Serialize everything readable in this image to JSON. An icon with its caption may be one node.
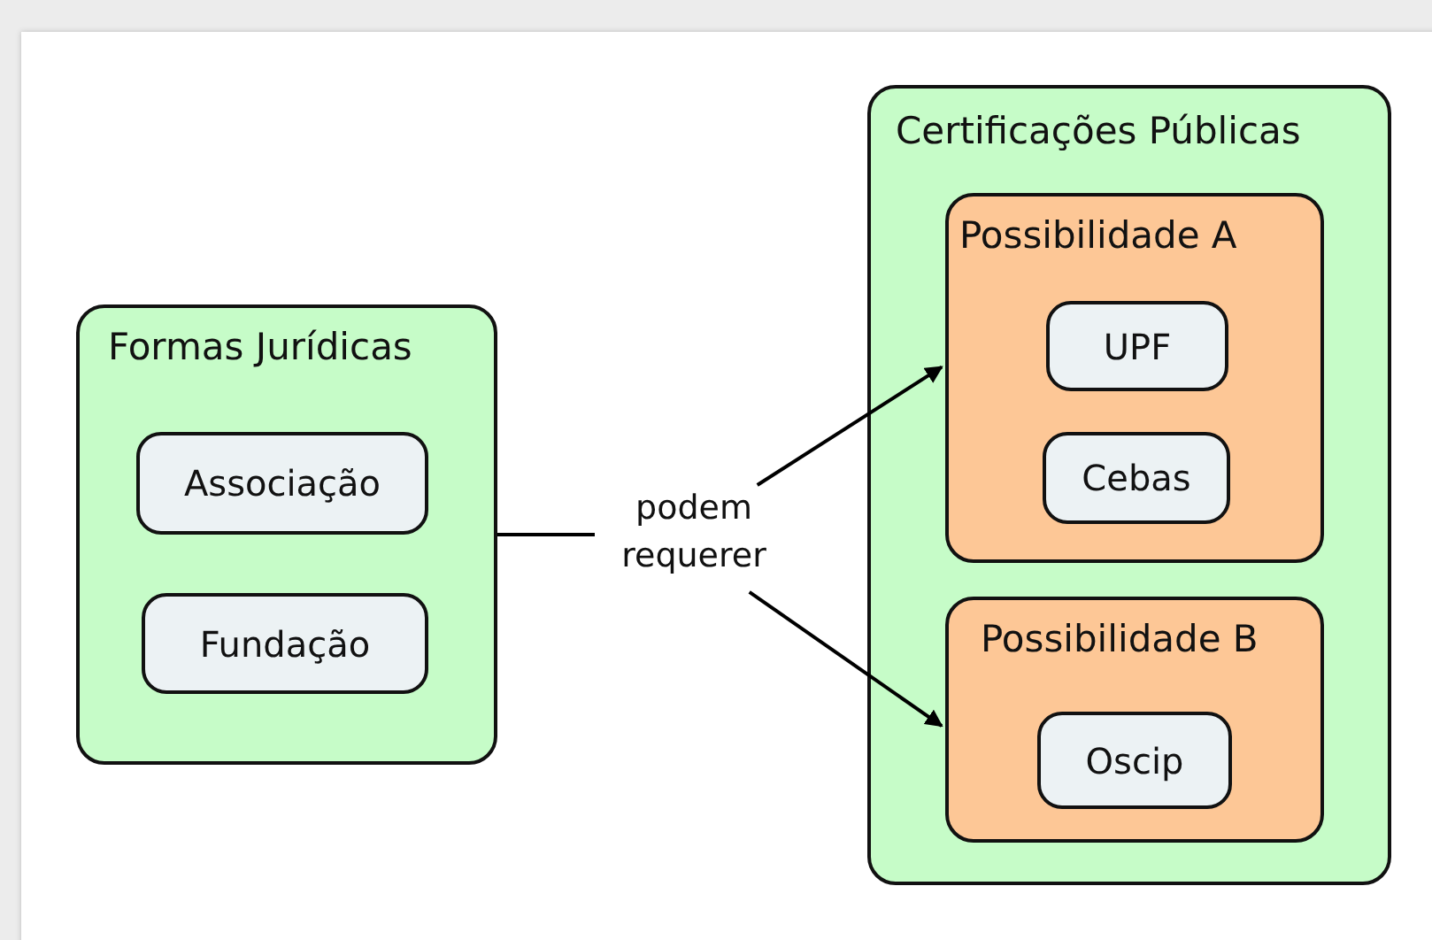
{
  "diagram": {
    "nodes": [
      {
        "text": [
          "Formas Jurídicas"
        ]
      },
      {
        "text": [
          "Associação"
        ],
        "in": 0
      },
      {
        "text": [
          "Fundação"
        ],
        "in": 0
      },
      {
        "text": [
          "Certificações Públicas"
        ]
      },
      {
        "text": [
          "Possibilidade A"
        ],
        "in": 3
      },
      {
        "text": [
          "UPF"
        ],
        "in": 4
      },
      {
        "text": [
          "Cebas"
        ],
        "in": 4
      },
      {
        "text": [
          "Possibilidade B"
        ],
        "in": 3
      },
      {
        "text": [
          "Oscip"
        ],
        "in": 7
      },
      {
        "text": [
          "podem requerer"
        ]
      }
    ],
    "edges": [
      {
        "from": 0,
        "to": 9,
        "arrow": "none"
      },
      {
        "from": 9,
        "to": 4,
        "arrow": "to"
      },
      {
        "from": 9,
        "to": 7,
        "arrow": "to"
      }
    ]
  }
}
